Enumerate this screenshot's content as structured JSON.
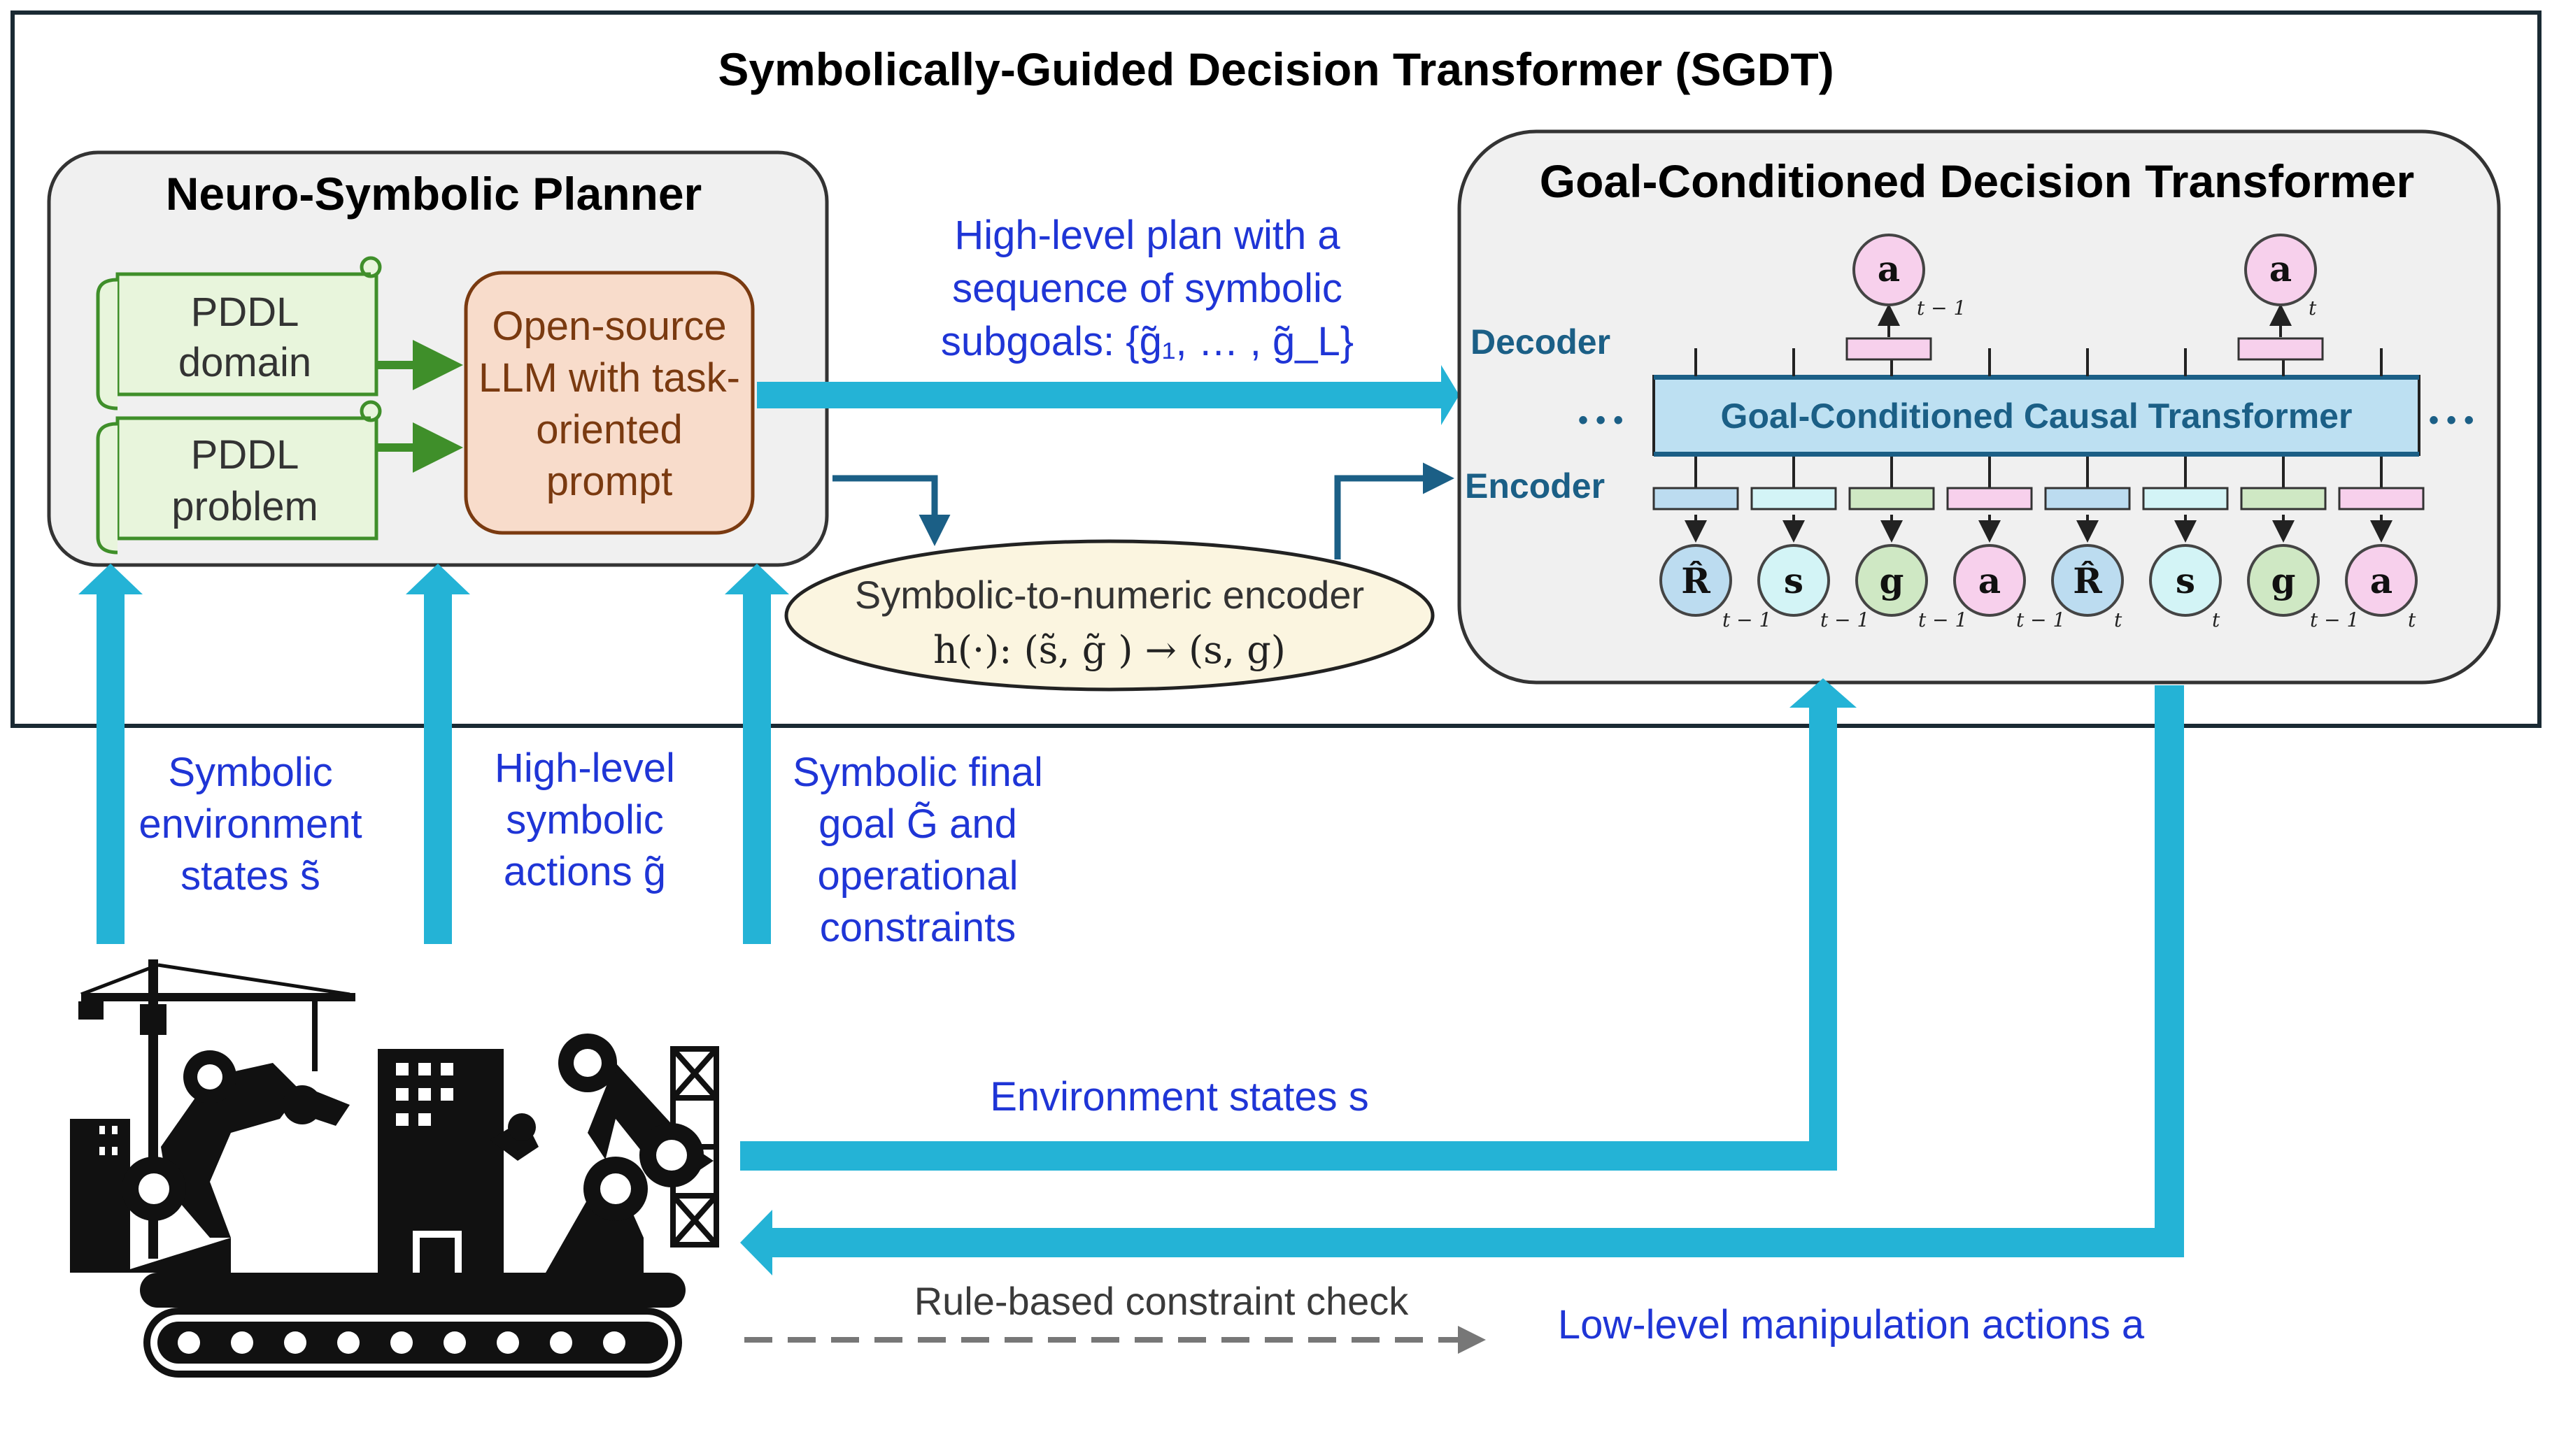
{
  "sgdt": {
    "title": "Symbolically-Guided Decision Transformer (SGDT)"
  },
  "planner": {
    "title": "Neuro-Symbolic Planner",
    "pddl_domain": [
      "PDDL",
      "domain"
    ],
    "pddl_problem": [
      "PDDL",
      "problem"
    ],
    "llm": [
      "Open-source",
      "LLM with task-",
      "oriented",
      "prompt"
    ]
  },
  "plan_label": [
    "High-level plan with a",
    "sequence of symbolic",
    "subgoals: {g̃₁, … , g̃_L}"
  ],
  "encoder_box": [
    "Symbolic-to-numeric encoder",
    "h(·): (s̃, g̃ ) → (s, g)"
  ],
  "gcdt": {
    "title": "Goal-Conditioned Decision Transformer",
    "decoder_label": "Decoder",
    "encoder_label": "Encoder",
    "causal_label": "Goal-Conditioned Causal Transformer",
    "ellipsis": "• • •",
    "outputs": [
      {
        "symbol": "a",
        "subscript": "t − 1"
      },
      {
        "symbol": "a",
        "subscript": "t"
      }
    ],
    "inputs": [
      {
        "symbol": "R̂",
        "subscript": "t − 1",
        "fill": "#bcdcf0"
      },
      {
        "symbol": "s",
        "subscript": "t − 1",
        "fill": "#d3f4f6"
      },
      {
        "symbol": "g",
        "subscript": "t − 1",
        "fill": "#cfe8c4"
      },
      {
        "symbol": "a",
        "subscript": "t − 1",
        "fill": "#f7d0ec"
      },
      {
        "symbol": "R̂",
        "subscript": "t",
        "fill": "#bcdcf0"
      },
      {
        "symbol": "s",
        "subscript": "t",
        "fill": "#d3f4f6"
      },
      {
        "symbol": "g",
        "subscript": "t − 1",
        "fill": "#cfe8c4"
      },
      {
        "symbol": "a",
        "subscript": "t",
        "fill": "#f7d0ec"
      }
    ]
  },
  "arrows_up": {
    "states": [
      "Symbolic",
      "environment",
      "states s̃"
    ],
    "actions": [
      "High-level",
      "symbolic",
      "actions g̃"
    ],
    "goal": [
      "Symbolic final",
      "goal G̃ and",
      "operational",
      "constraints"
    ]
  },
  "env_states_label": "Environment states s",
  "rule_check_label": "Rule-based constraint check",
  "low_level_label": "Low-level manipulation actions a",
  "colors": {
    "arrow": "#24b3d6",
    "dark_arrow": "#1b5f86",
    "green": "#3f8f2a",
    "label_blue": "#1f35d6"
  }
}
